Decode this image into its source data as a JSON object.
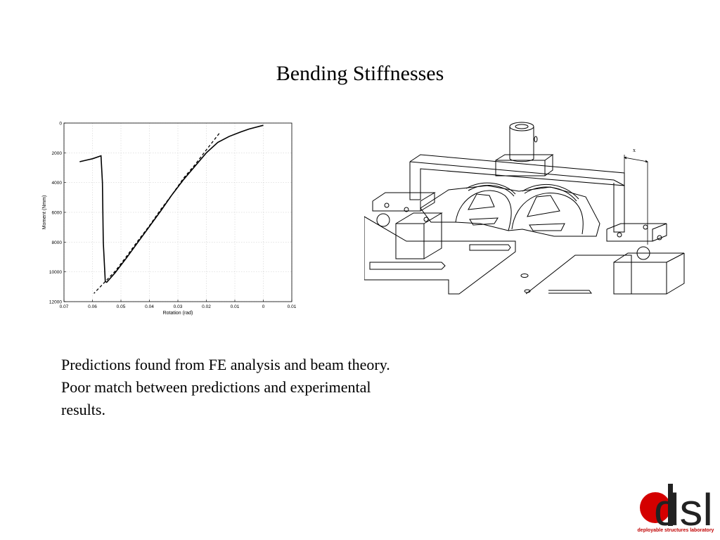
{
  "slide": {
    "title": "Bending Stiffnesses",
    "caption": "Predictions found from FE analysis and beam theory. Poor match between predictions and experimental results.",
    "drawing_label": "x",
    "logo_text": "dsl",
    "logo_subtitle": "deployable structures laboratory"
  },
  "colors": {
    "logo_red": "#d40000",
    "logo_dark": "#222222",
    "grid": "#c8c8c8",
    "line": "#000000"
  },
  "chart_data": {
    "type": "line",
    "title": "",
    "xlabel": "Rotation (rad)",
    "ylabel": "Moment (Nmm)",
    "xlim": [
      0.07,
      -0.01
    ],
    "ylim": [
      0,
      12000
    ],
    "x_reversed": true,
    "y_reversed": true,
    "grid": true,
    "xticks": [
      0.07,
      0.06,
      0.05,
      0.04,
      0.03,
      0.02,
      0.01,
      0,
      -0.01
    ],
    "xtick_labels": [
      "0.07",
      "0.06",
      "0.05",
      "0.04",
      "0.03",
      "0.02",
      "0.01",
      "0",
      "0.01"
    ],
    "yticks": [
      0,
      2000,
      4000,
      6000,
      8000,
      10000,
      12000
    ],
    "ytick_labels": [
      "0",
      "2000",
      "4000",
      "6000",
      "8000",
      "10000",
      "12000"
    ],
    "series": [
      {
        "style": "solid",
        "x": [
          0.0,
          0.005,
          0.008,
          0.012,
          0.016,
          0.02,
          0.024,
          0.028,
          0.032,
          0.036,
          0.04,
          0.044,
          0.048,
          0.052,
          0.055,
          0.0555,
          0.0562,
          0.0565,
          0.057,
          0.06,
          0.0645
        ],
        "y": [
          150,
          400,
          600,
          900,
          1300,
          2000,
          2900,
          3800,
          4800,
          5900,
          6950,
          8000,
          9050,
          10050,
          10700,
          10650,
          8000,
          4000,
          2200,
          2400,
          2600
        ]
      },
      {
        "style": "dashed",
        "x": [
          0.0155,
          0.02,
          0.024,
          0.028,
          0.032,
          0.036,
          0.04,
          0.044,
          0.048,
          0.052,
          0.056,
          0.0595
        ],
        "y": [
          700,
          1800,
          2800,
          3700,
          4800,
          5800,
          6900,
          7900,
          8950,
          9950,
          10750,
          11450
        ]
      }
    ]
  }
}
